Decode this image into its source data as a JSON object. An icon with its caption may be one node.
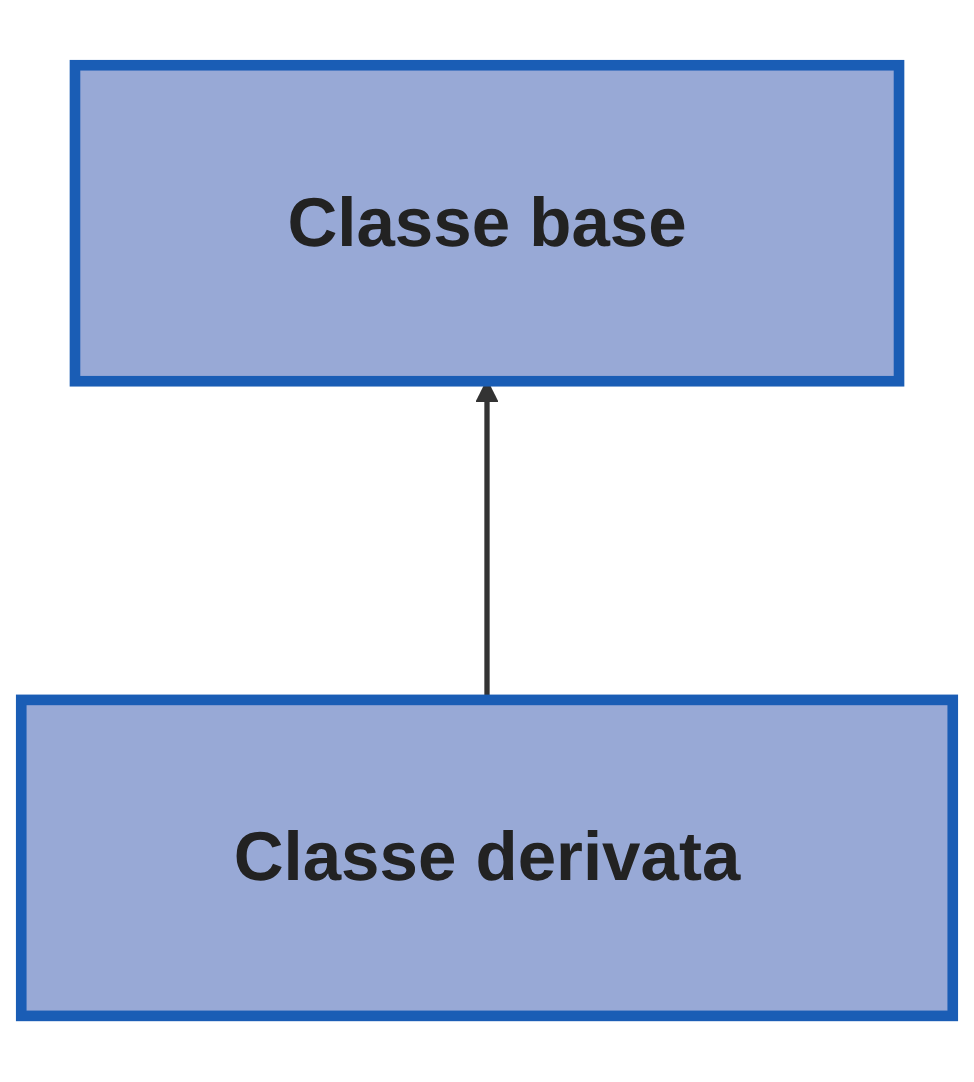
{
  "diagram": {
    "nodes": [
      {
        "text": [
          "Classe base"
        ]
      },
      {
        "text": [
          "Classe derivata"
        ]
      }
    ],
    "edges": [
      {
        "from": 1,
        "to": 0,
        "arrow": "to"
      }
    ]
  }
}
